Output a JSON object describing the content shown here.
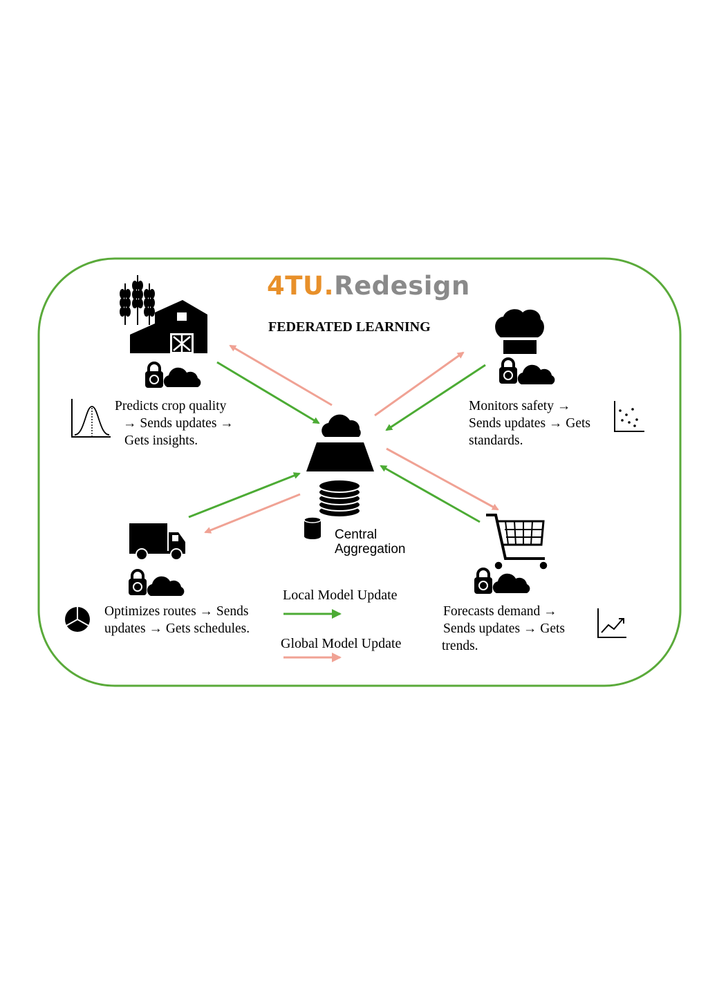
{
  "brand": {
    "part1": "4TU.",
    "part2": "Redesign",
    "color1": "#e8902a",
    "color2": "#8a8a8a"
  },
  "title": "FEDERATED LEARNING",
  "colors": {
    "frame": "#5aaa3a",
    "local_update": "#4cab34",
    "global_update": "#f0a294",
    "icon": "#000000"
  },
  "nodes": {
    "farm": {
      "icon": "farm-barn-wheat-icon",
      "lines": [
        "Predicts crop quality",
        "→ Sends updates →",
        "Gets insights."
      ],
      "chart_icon": "bell-curve-icon"
    },
    "restaurant": {
      "icon": "chef-hat-icon",
      "lines": [
        "Monitors safety →",
        "Sends updates → Gets",
        "standards."
      ],
      "chart_icon": "scatter-plot-icon"
    },
    "logistics": {
      "icon": "truck-icon",
      "lines": [
        "Optimizes routes → Sends",
        "updates → Gets schedules."
      ],
      "chart_icon": "pie-chart-icon"
    },
    "retail": {
      "icon": "shopping-cart-icon",
      "lines": [
        "Forecasts demand →",
        "Sends updates → Gets",
        "trends."
      ],
      "chart_icon": "line-chart-icon"
    }
  },
  "central": {
    "icon": "cloud-server-database-icon",
    "lines": [
      "Central",
      "Aggregation"
    ]
  },
  "legend": {
    "local": "Local Model Update",
    "global": "Global Model Update"
  }
}
